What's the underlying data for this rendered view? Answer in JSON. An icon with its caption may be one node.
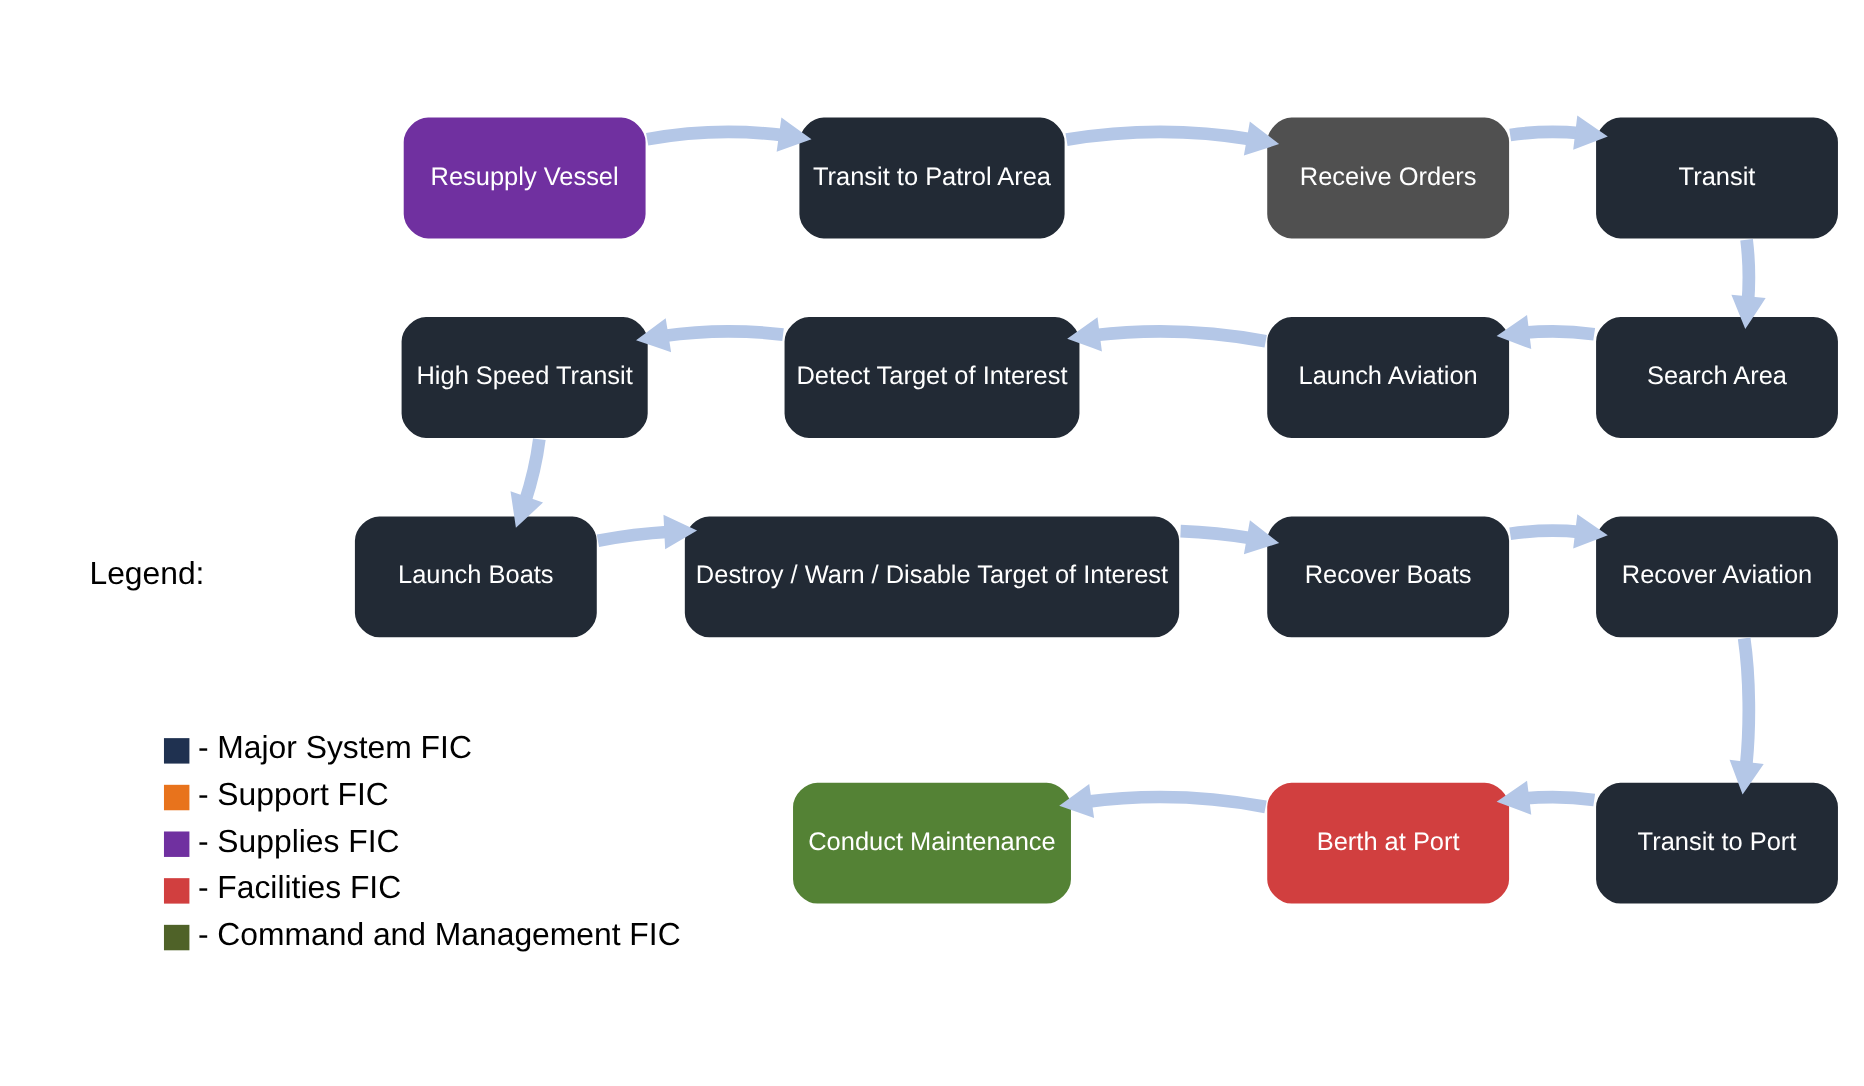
{
  "diagram": {
    "nodes": [
      {
        "text": [
          "Resupply Vessel"
        ]
      },
      {
        "text": [
          "Transit to Patrol Area"
        ]
      },
      {
        "text": [
          "Receive Orders"
        ]
      },
      {
        "text": [
          "Transit"
        ]
      },
      {
        "text": [
          "High Speed Transit"
        ]
      },
      {
        "text": [
          "Detect Target of Interest"
        ]
      },
      {
        "text": [
          "Launch Aviation"
        ]
      },
      {
        "text": [
          "Search Area"
        ]
      },
      {
        "text": [
          "Launch Boats"
        ]
      },
      {
        "text": [
          "Destroy / Warn / Disable Target of Interest"
        ]
      },
      {
        "text": [
          "Recover Boats"
        ]
      },
      {
        "text": [
          "Recover Aviation"
        ]
      },
      {
        "text": [
          "Conduct Maintenance"
        ]
      },
      {
        "text": [
          "Berth at Port"
        ]
      },
      {
        "text": [
          "Transit to Port"
        ]
      }
    ],
    "edges": [
      {
        "from": 0,
        "to": 1,
        "arrow": "to"
      },
      {
        "from": 1,
        "to": 2,
        "arrow": "to"
      },
      {
        "from": 2,
        "to": 3,
        "arrow": "to"
      },
      {
        "from": 3,
        "to": 7,
        "arrow": "to"
      },
      {
        "from": 7,
        "to": 6,
        "arrow": "to"
      },
      {
        "from": 6,
        "to": 5,
        "arrow": "to"
      },
      {
        "from": 5,
        "to": 4,
        "arrow": "to"
      },
      {
        "from": 4,
        "to": 8,
        "arrow": "to"
      },
      {
        "from": 8,
        "to": 9,
        "arrow": "to"
      },
      {
        "from": 9,
        "to": 10,
        "arrow": "to"
      },
      {
        "from": 10,
        "to": 11,
        "arrow": "to"
      },
      {
        "from": 11,
        "to": 14,
        "arrow": "to"
      },
      {
        "from": 14,
        "to": 13,
        "arrow": "to"
      },
      {
        "from": 13,
        "to": 12,
        "arrow": "to"
      }
    ],
    "labels": [
      "Legend:"
    ],
    "legend": [
      {
        "text": "- Major System FIC",
        "color": "#1f3150"
      },
      {
        "text": "- Support FIC",
        "color": "#e8731c"
      },
      {
        "text": "- Supplies FIC",
        "color": "#7030a0"
      },
      {
        "text": "- Facilities FIC",
        "color": "#d13f3f"
      },
      {
        "text": "- Command and Management FIC",
        "color": "#4f6228"
      }
    ]
  }
}
